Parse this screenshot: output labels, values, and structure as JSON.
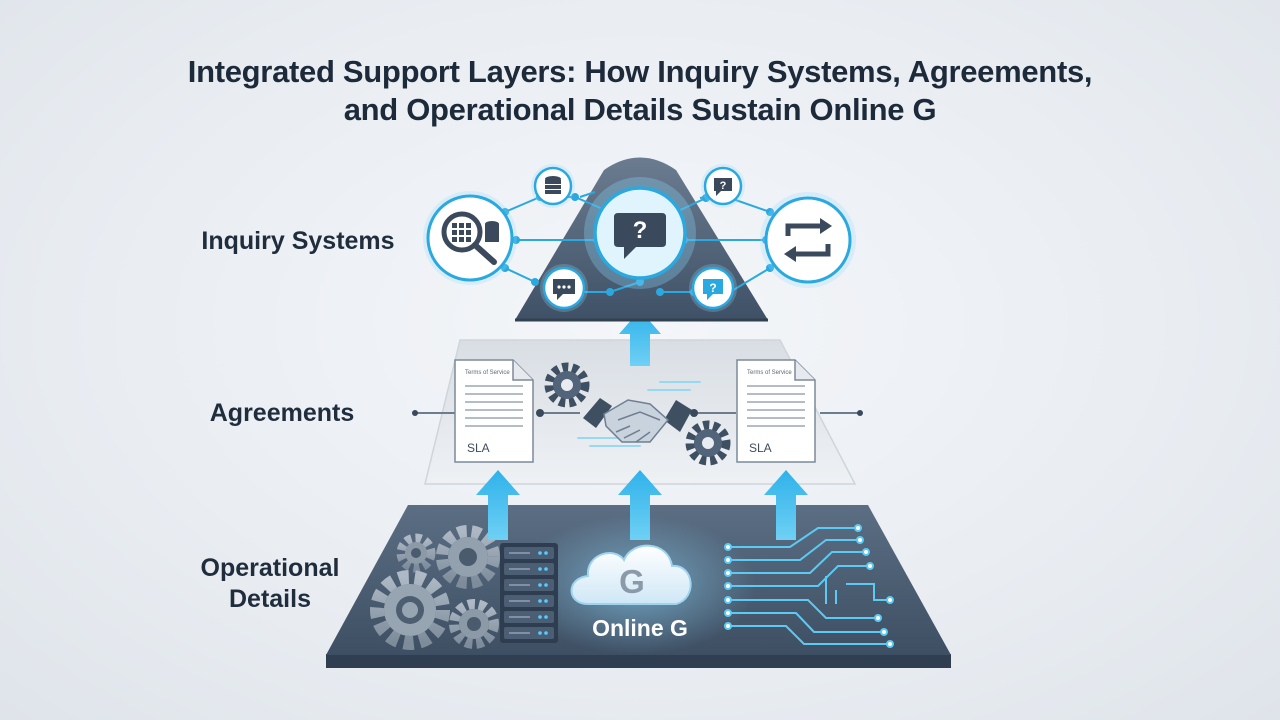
{
  "title": {
    "line1": "Integrated Support Layers: How Inquiry Systems, Agreements,",
    "line2": "and Operational Details Sustain Online G"
  },
  "layers": {
    "inquiry": {
      "label": "Inquiry Systems"
    },
    "agreements": {
      "label": "Agreements",
      "document_left": {
        "header": "Terms of Service",
        "tag": "SLA"
      },
      "document_right": {
        "header": "Terms of Service",
        "tag": "SLA"
      }
    },
    "operational": {
      "label_line1": "Operational",
      "label_line2": "Details",
      "cloud_label": "Online G",
      "cloud_glyph": "G"
    }
  },
  "icons": [
    "search-database-icon",
    "database-icon",
    "question-bubble-icon",
    "small-question-icon",
    "sync-arrows-icon",
    "chat-bubble-icon",
    "help-bubble-icon",
    "document-icon",
    "gear-icon",
    "handshake-icon",
    "cloud-icon",
    "server-rack-icon",
    "circuit-traces-icon",
    "up-arrow-icon"
  ],
  "colors": {
    "accent": "#2aa9e0",
    "accent_light": "#7fd3f5",
    "dark_slate": "#3d4f64",
    "mid_slate": "#5a6d82",
    "light_panel": "#e3e7ec",
    "text": "#1f2d3d"
  }
}
